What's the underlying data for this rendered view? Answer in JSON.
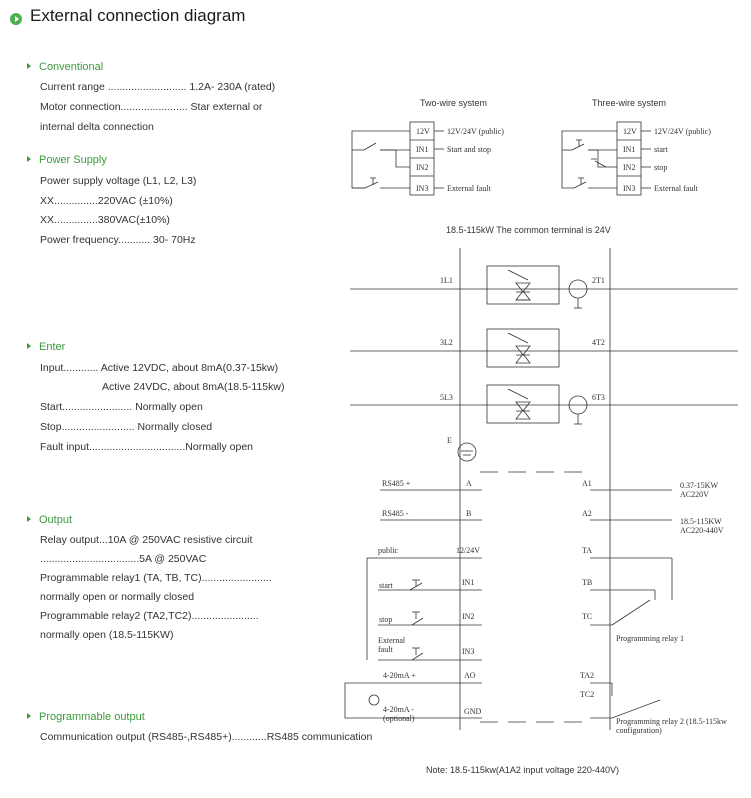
{
  "page_title": "External connection diagram",
  "sections": {
    "conventional": {
      "title": "Conventional",
      "lines": [
        "Current range ........................... 1.2A- 230A (rated)",
        "Motor connection....................... Star external or",
        "internal delta connection"
      ]
    },
    "power_supply": {
      "title": "Power Supply",
      "lines": [
        "Power supply voltage (L1, L2, L3)",
        "XX...............220VAC (±10%)",
        "XX...............380VAC(±10%)",
        "Power frequency........... 30- 70Hz"
      ]
    },
    "enter": {
      "title": "Enter",
      "lines": [
        "Input............ Active 12VDC, about 8mA(0.37-15kw)",
        "Active 24VDC, about 8mA(18.5-115kw)",
        "Start........................ Normally open",
        "Stop......................... Normally closed",
        "Fault input.................................Normally open"
      ]
    },
    "output": {
      "title": "Output",
      "lines": [
        "Relay output...10A @ 250VAC resistive circuit",
        "..................................5A @ 250VAC",
        "Programmable relay1 (TA, TB, TC)........................",
        "normally open or normally closed",
        "Programmable relay2 (TA2,TC2).......................",
        "normally open (18.5-115KW)"
      ]
    },
    "programmable_output": {
      "title": "Programmable output",
      "lines": [
        "Communication output (RS485-,RS485+)............RS485 communication"
      ]
    }
  },
  "two_wire": {
    "title": "Two-wire system",
    "terminals": [
      "12V",
      "IN1",
      "IN2",
      "IN3"
    ],
    "labels": [
      "12V/24V (public)",
      "Start and stop",
      "",
      "External fault"
    ]
  },
  "three_wire": {
    "title": "Three-wire system",
    "terminals": [
      "12V",
      "IN1",
      "IN2",
      "IN3"
    ],
    "labels": [
      "12V/24V (public)",
      "start",
      "stop",
      "External fault"
    ]
  },
  "common_terminal_note": "18.5-115kW The common terminal is 24V",
  "power_terminals": {
    "inputs": [
      "1L1",
      "3L2",
      "5L3"
    ],
    "outputs": [
      "2T1",
      "4T2",
      "6T3"
    ],
    "ground": "E"
  },
  "control": {
    "left_terminals": [
      "A",
      "B",
      "12/24V",
      "IN1",
      "IN2",
      "IN3",
      "AO",
      "GND"
    ],
    "left_labels": [
      "RS485 +",
      "RS485 -",
      "public",
      "start",
      "stop",
      "External",
      "fault",
      "4-20mA +",
      "4-20mA -",
      "(optional)"
    ],
    "right_terminals": [
      "A1",
      "A2",
      "TA",
      "TB",
      "TC",
      "TA2",
      "TC2"
    ],
    "supply_labels": [
      "0.37-15KW",
      "AC220V",
      "18.5-115KW",
      "AC220-440V"
    ],
    "relay1_label": "Programming relay 1",
    "relay2_label": "Programming relay 2 (18.5-115kw",
    "relay2_label_2": "configuration)"
  },
  "bottom_note": "Note: 18.5-115kw(A1A2 input voltage 220-440V)"
}
